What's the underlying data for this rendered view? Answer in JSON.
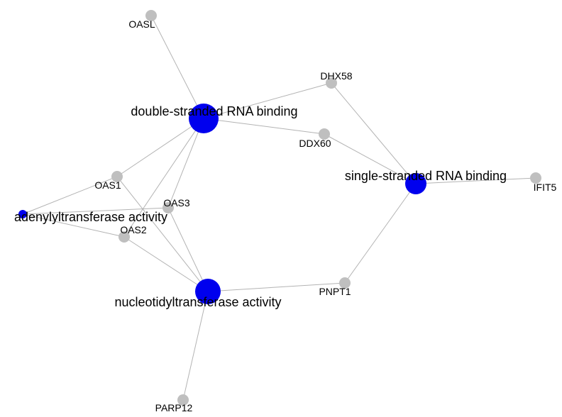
{
  "colors": {
    "term_node": "#0000ee",
    "gene_node": "#bfbfbf",
    "edge": "#b3b3b3",
    "label": "#000000"
  },
  "terms": {
    "dsrna": "double-stranded RNA binding",
    "ssrna": "single-stranded RNA binding",
    "adenylyl": "adenylyltransferase activity",
    "nucleotidyl": "nucleotidyltransferase activity"
  },
  "genes": {
    "oasl": "OASL",
    "dhx58": "DHX58",
    "ddx60": "DDX60",
    "ifit5": "IFIT5",
    "oas1": "OAS1",
    "oas3": "OAS3",
    "oas2": "OAS2",
    "pnpt1": "PNPT1",
    "parp12": "PARP12"
  },
  "edges": [
    [
      "dsrna",
      "oasl"
    ],
    [
      "dsrna",
      "dhx58"
    ],
    [
      "dsrna",
      "ddx60"
    ],
    [
      "dsrna",
      "oas1"
    ],
    [
      "dsrna",
      "oas3"
    ],
    [
      "dsrna",
      "oas2"
    ],
    [
      "ssrna",
      "dhx58"
    ],
    [
      "ssrna",
      "ddx60"
    ],
    [
      "ssrna",
      "ifit5"
    ],
    [
      "ssrna",
      "pnpt1"
    ],
    [
      "adenylyl",
      "oas1"
    ],
    [
      "adenylyl",
      "oas3"
    ],
    [
      "adenylyl",
      "oas2"
    ],
    [
      "nucleotidyl",
      "oas1"
    ],
    [
      "nucleotidyl",
      "oas3"
    ],
    [
      "nucleotidyl",
      "oas2"
    ],
    [
      "nucleotidyl",
      "pnpt1"
    ],
    [
      "nucleotidyl",
      "parp12"
    ]
  ]
}
